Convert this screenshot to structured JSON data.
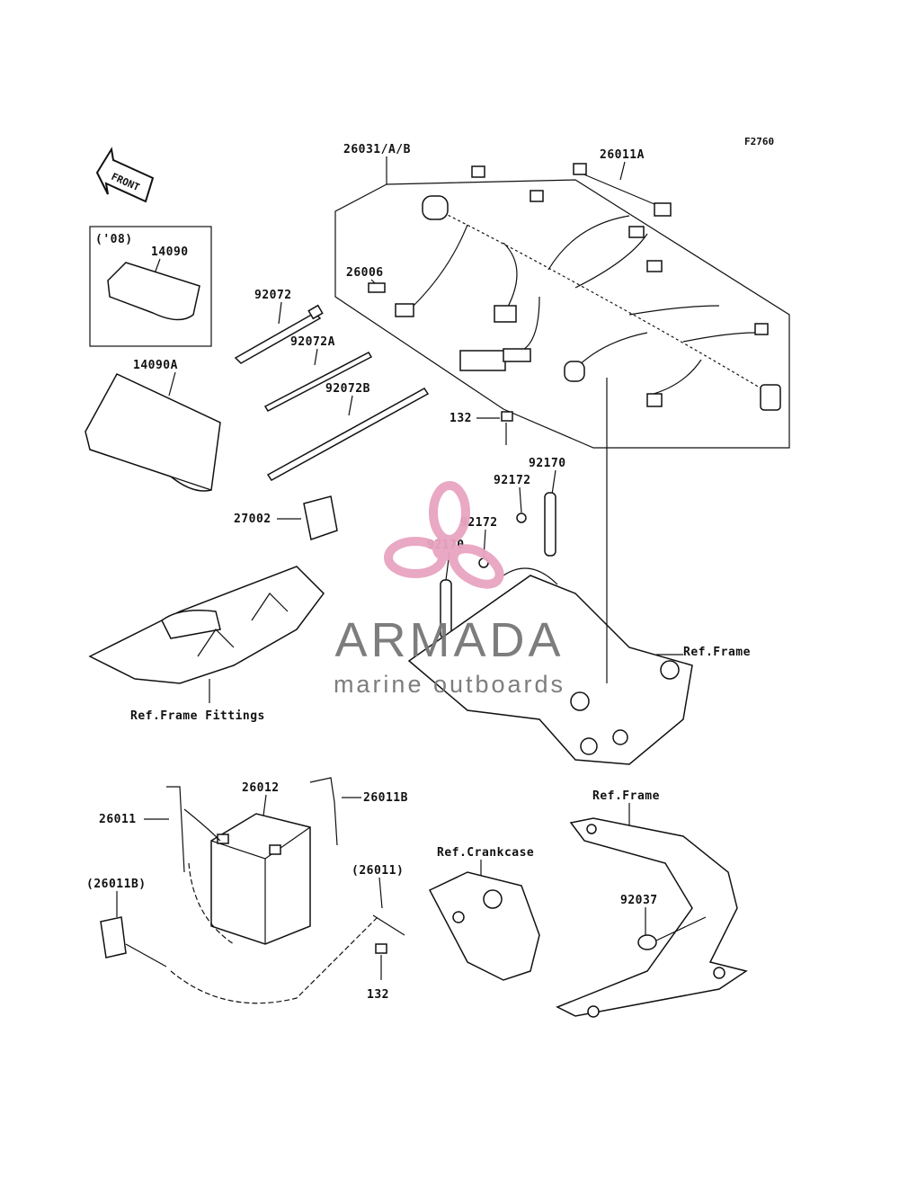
{
  "figure_code": "F2760",
  "front_arrow": "FRONT",
  "variant_note": "('08)",
  "watermark": {
    "brand": "ARMADA",
    "tagline": "marine outboards",
    "logo_color": "#e8a4c0",
    "text_color": "#777777"
  },
  "labels": {
    "harness": "26031/A/B",
    "lead_26011A": "26011A",
    "fuse": "26006",
    "tie_92072": "92072",
    "tie_92072A": "92072A",
    "tie_92072B": "92072B",
    "cover_14090": "14090",
    "cover_14090A": "14090A",
    "bolt_132_top": "132",
    "strap_92170_right": "92170",
    "clamp_92172_right": "92172",
    "clamp_92172_left": "92172",
    "strap_92170_left": "92170",
    "relay_27002": "27002",
    "ref_frame_fittings": "Ref.Frame Fittings",
    "ref_frame_mid": "Ref.Frame",
    "battery_26012": "26012",
    "cable_26011B": "26011B",
    "cable_26011": "26011",
    "cable_26011B_alt": "(26011B)",
    "cable_26011_alt": "(26011)",
    "ref_crankcase": "Ref.Crankcase",
    "ref_frame_lower": "Ref.Frame",
    "clamp_92037": "92037",
    "bolt_132_bottom": "132"
  }
}
